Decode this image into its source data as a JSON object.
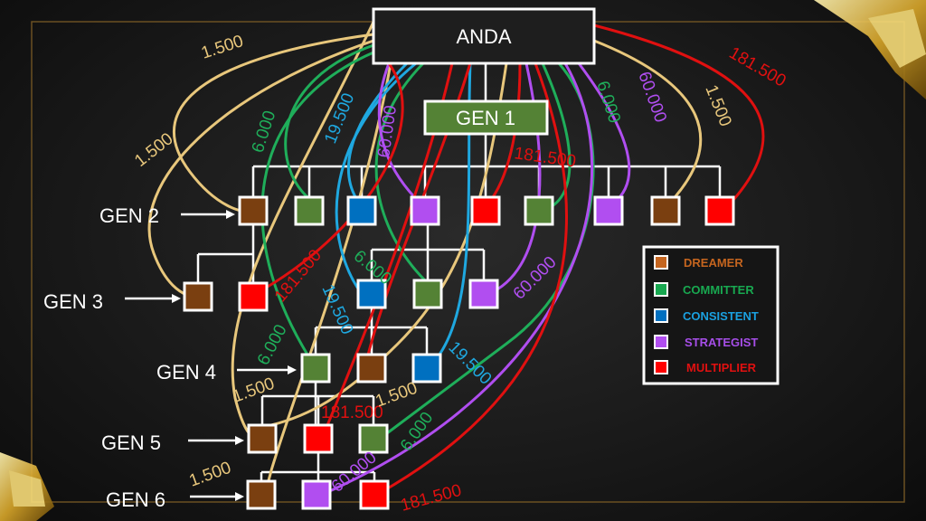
{
  "title": "ANDA",
  "gen1": "GEN 1",
  "gens": [
    "GEN 2",
    "GEN 3",
    "GEN 4",
    "GEN 5",
    "GEN 6"
  ],
  "colors": {
    "dreamer": "#7a3f10",
    "committer": "#548235",
    "consistent": "#0070c0",
    "strategist": "#b14ef0",
    "multiplier": "#ff0000"
  },
  "legend": [
    {
      "label": "DREAMER",
      "color": "#c5651f"
    },
    {
      "label": "COMMITTER",
      "color": "#18a850"
    },
    {
      "label": "CONSISTENT",
      "color": "#1aa0e0"
    },
    {
      "label": "STRATEGIST",
      "color": "#a64ee8"
    },
    {
      "label": "MULTIPLIER",
      "color": "#e01010"
    }
  ],
  "edge_labels": [
    "1.500",
    "1.500",
    "6.000",
    "19.500",
    "60.000",
    "181.500",
    "6.000",
    "60.000",
    "1.500",
    "181.500",
    "6.000",
    "181.500",
    "19.500",
    "60.000",
    "6.000",
    "19.500",
    "1.500",
    "181.500",
    "1.500",
    "6.000",
    "1.500",
    "60.000",
    "181.500"
  ]
}
